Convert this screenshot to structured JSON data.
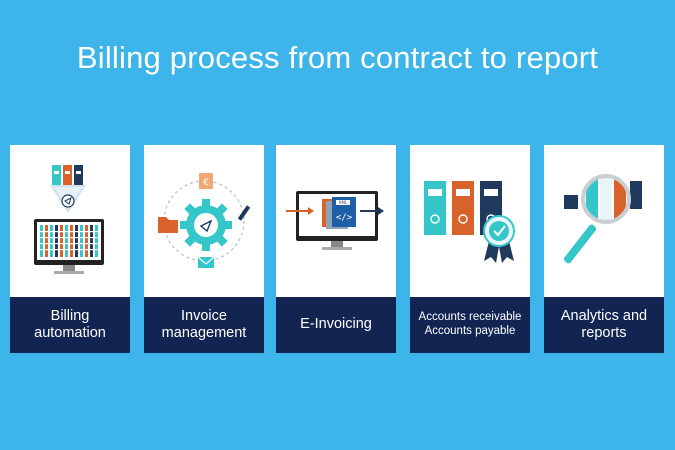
{
  "title": "Billing process from contract to report",
  "colors": {
    "background": "#3db5ea",
    "card": "#ffffff",
    "label_band": "#122451",
    "teal": "#35c6c9",
    "orange": "#d9622b",
    "navy": "#1f3a5c"
  },
  "steps": [
    {
      "lines": [
        "Billing",
        "automation"
      ],
      "icon": "billing-automation-icon"
    },
    {
      "lines": [
        "Invoice",
        "management"
      ],
      "icon": "invoice-management-icon"
    },
    {
      "lines": [
        "E-Invoicing"
      ],
      "icon": "e-invoicing-icon"
    },
    {
      "lines": [
        "Accounts receivable",
        "Accounts payable"
      ],
      "icon": "accounts-folders-icon"
    },
    {
      "lines": [
        "Analytics and",
        "reports"
      ],
      "icon": "analytics-magnifier-icon"
    }
  ]
}
